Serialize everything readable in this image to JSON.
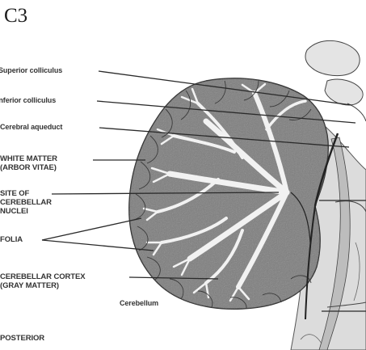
{
  "panel_label": "C3",
  "labels": {
    "superior_colliculus": "Superior colliculus",
    "inferior_colliculus": "Inferior colliculus",
    "cerebral_aqueduct": "Cerebral aqueduct",
    "white_matter_line1": "WHITE MATTER",
    "white_matter_line2": "(ARBOR VITAE)",
    "site_line1": "SITE OF",
    "site_line2": "CEREBELLAR",
    "site_line3": "NUCLEI",
    "folia": "FOLIA",
    "cortex_line1": "CEREBELLAR CORTEX",
    "cortex_line2": "(GRAY MATTER)",
    "cerebellum": "Cerebellum",
    "posterior": "POSTERIOR"
  },
  "colors": {
    "gray_matter": "#7c7c7c",
    "white_matter": "#eeeeee",
    "brainstem": "#d9d9d9",
    "leader_line": "#2a2a2a"
  }
}
